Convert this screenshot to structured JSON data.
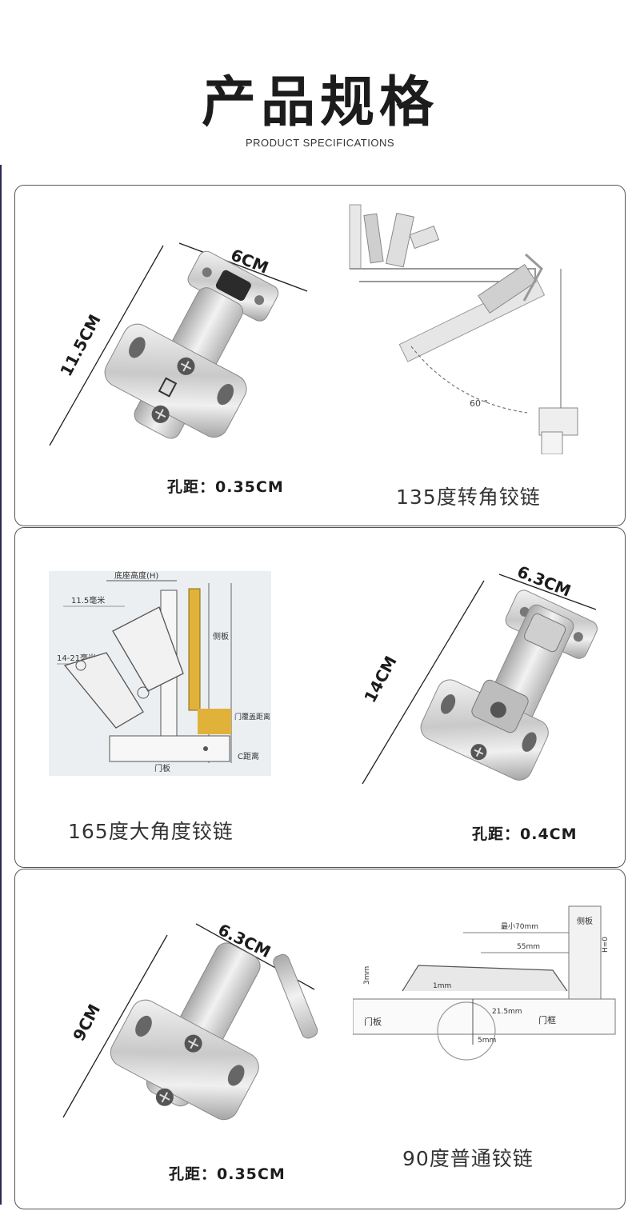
{
  "header": {
    "title": "产品规格",
    "subtitle": "PRODUCT SPECIFICATIONS"
  },
  "cards": [
    {
      "hinge_width": "6CM",
      "hinge_height": "11.5CM",
      "hole_spacing": "孔距：0.35CM",
      "diagram_angle": "60 °",
      "product_name": "135度转角铰链"
    },
    {
      "diagram_labels": {
        "base_height": "底座高度(H)",
        "dim_11_5": "11.5毫米",
        "dim_14_21": "14-21毫米",
        "side_panel": "侧板",
        "door_cover": "门覆盖距离",
        "c_distance": "C距离",
        "door_panel": "门板"
      },
      "product_name": "165度大角度铰链",
      "hinge_width": "6.3CM",
      "hinge_height": "14CM",
      "hole_spacing": "孔距：0.4CM"
    },
    {
      "hinge_width": "6.3CM",
      "hinge_height": "9CM",
      "hole_spacing": "孔距：0.35CM",
      "diagram_labels": {
        "min_70": "最小70mm",
        "dim_55": "55mm",
        "side_panel": "侧板",
        "h_zero": "H=0",
        "dim_3": "3mm",
        "dim_1": "1mm",
        "dim_21_5": "21.5mm",
        "door_panel": "门板",
        "door_frame": "门框",
        "dim_5": "5mm"
      },
      "product_name": "90度普通铰链"
    }
  ],
  "colors": {
    "metal_light": "#e4e4e4",
    "metal_dark": "#8a8a8a",
    "diagram_bg": "#eceff1",
    "accent_gold": "#e0b23a",
    "card_border": "#555555"
  }
}
